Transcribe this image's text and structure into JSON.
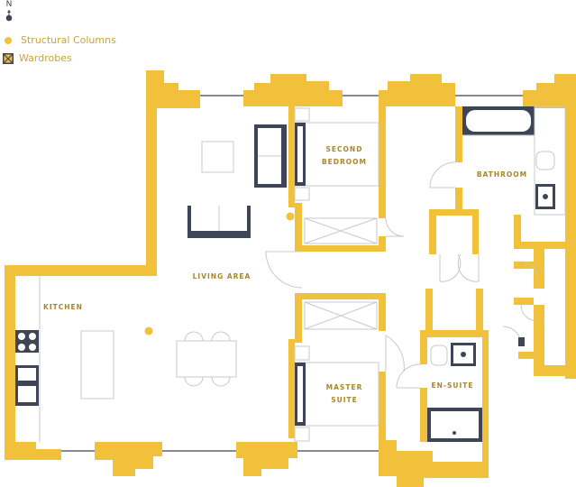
{
  "legend": {
    "north": "N",
    "structural_columns": "Structural Columns",
    "wardrobes": "Wardrobes"
  },
  "rooms": {
    "second_bedroom_line1": "SECOND",
    "second_bedroom_line2": "BEDROOM",
    "bathroom": "BATHROOM",
    "living_area": "LIVING AREA",
    "kitchen": "KITCHEN",
    "master_suite_line1": "MASTER",
    "master_suite_line2": "SUITE",
    "en_suite": "EN-SUITE"
  },
  "colors": {
    "wall": "#f1c13c",
    "label": "#a8862a",
    "furniture": "#3d4556",
    "outline": "#c8c8c8"
  }
}
